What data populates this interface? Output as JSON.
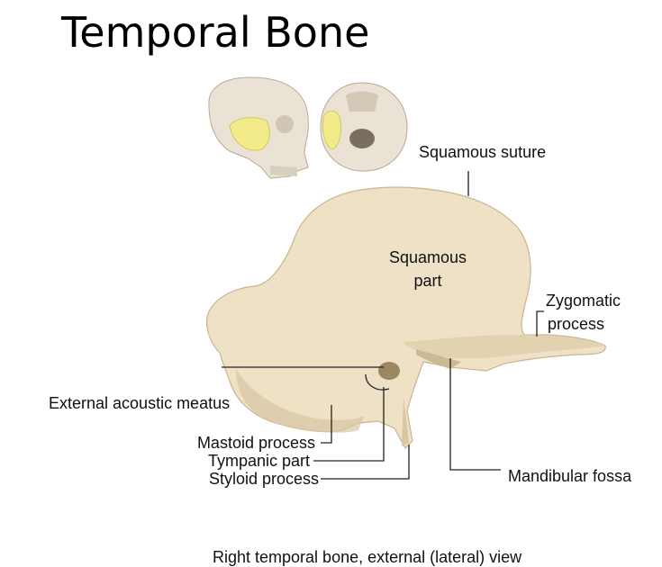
{
  "title": "Temporal Bone",
  "caption": "Right temporal bone, external (lateral) view",
  "labels": {
    "squamous_suture": "Squamous suture",
    "squamous_part_line1": "Squamous",
    "squamous_part_line2": "part",
    "zygomatic_line1": "Zygomatic",
    "zygomatic_line2": "process",
    "external_acoustic_meatus": "External acoustic meatus",
    "mastoid_process": "Mastoid process",
    "tympanic_part": "Tympanic part",
    "styloid_process": "Styloid process",
    "mandibular_fossa": "Mandibular fossa"
  },
  "colors": {
    "bone": "#eee1c6",
    "bone_shadow": "#d9c6a3",
    "highlight": "#f3ea8a",
    "skull": "#e9e2d5",
    "leader_line": "#222222"
  }
}
